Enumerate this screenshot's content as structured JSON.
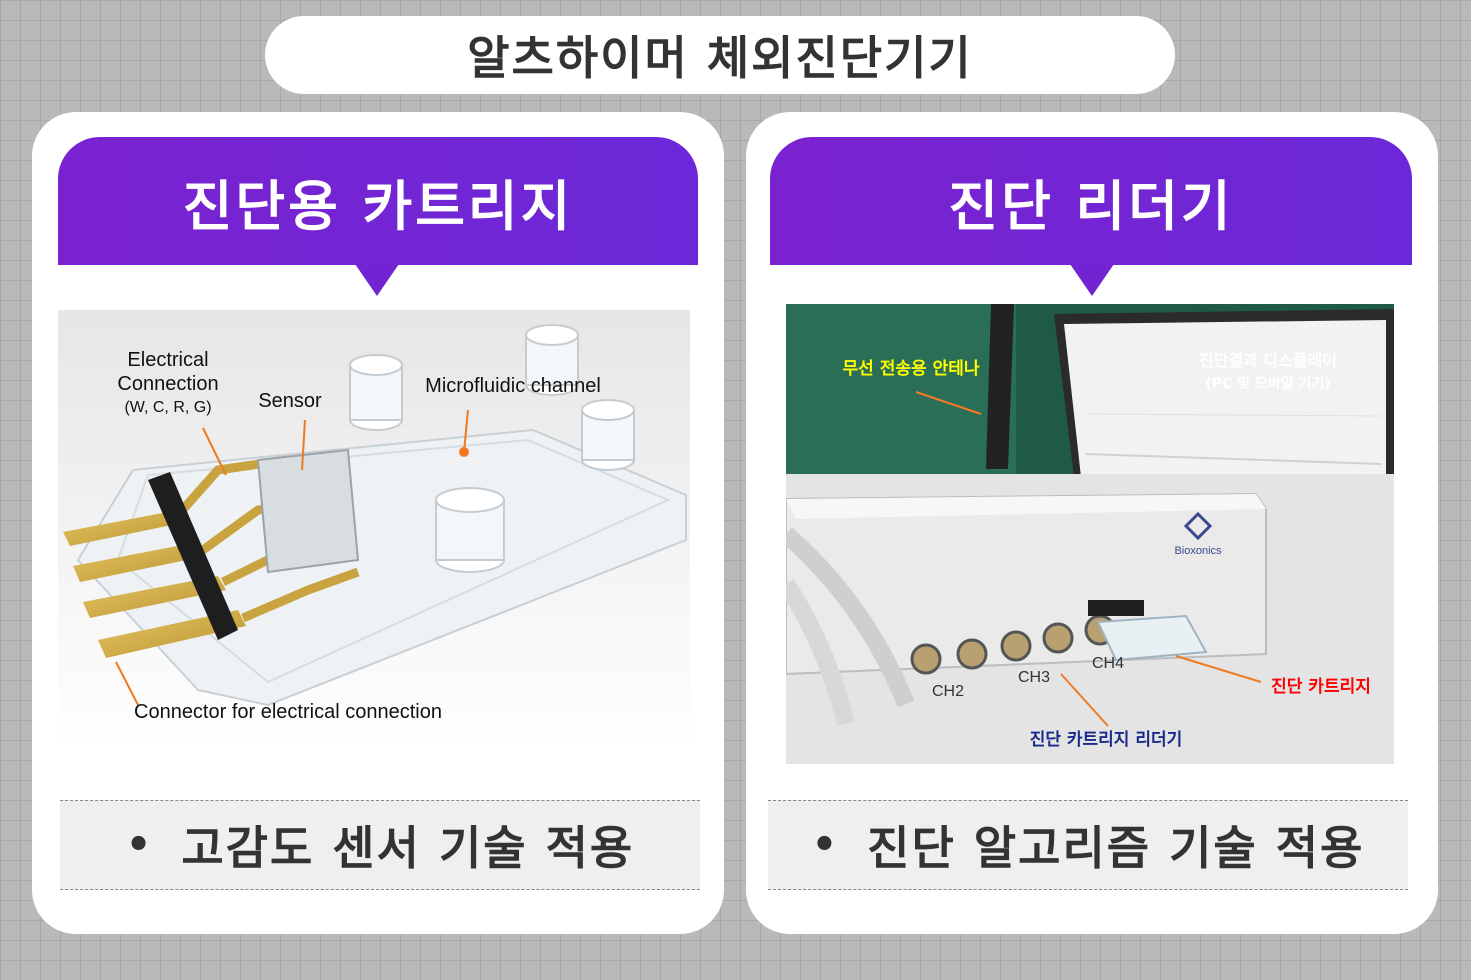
{
  "title": "알츠하이머 체외진단기기",
  "left_panel": {
    "heading": "진단용 카트리지",
    "labels": {
      "electrical_line1": "Electrical",
      "electrical_line2": "Connection",
      "electrical_line3": "(W, C, R, G)",
      "sensor": "Sensor",
      "microfluidic": "Microfluidic channel",
      "connector": "Connector for electrical connection"
    },
    "feature_bullet": "•",
    "feature": "고감도 센서 기술 적용"
  },
  "right_panel": {
    "heading": "진단 리더기",
    "labels": {
      "antenna": "무선 전송용 안테나",
      "display_line1": "진단결과 디스플레이",
      "display_line2": "(PC 및 모바일 기기)",
      "cartridge": "진단 카트리지",
      "reader": "진단 카트리지 리더기",
      "brand": "Bioxonics",
      "ch2": "CH2",
      "ch3": "CH3",
      "ch4": "CH4"
    },
    "feature_bullet": "•",
    "feature": "진단 알고리즘 기술 적용"
  },
  "colors": {
    "banner": "#7a22cf",
    "annotation_line": "#f07a20",
    "antenna_label": "#ffff00",
    "cartridge_label": "#ff0000",
    "reader_label": "#1a2a8a"
  }
}
